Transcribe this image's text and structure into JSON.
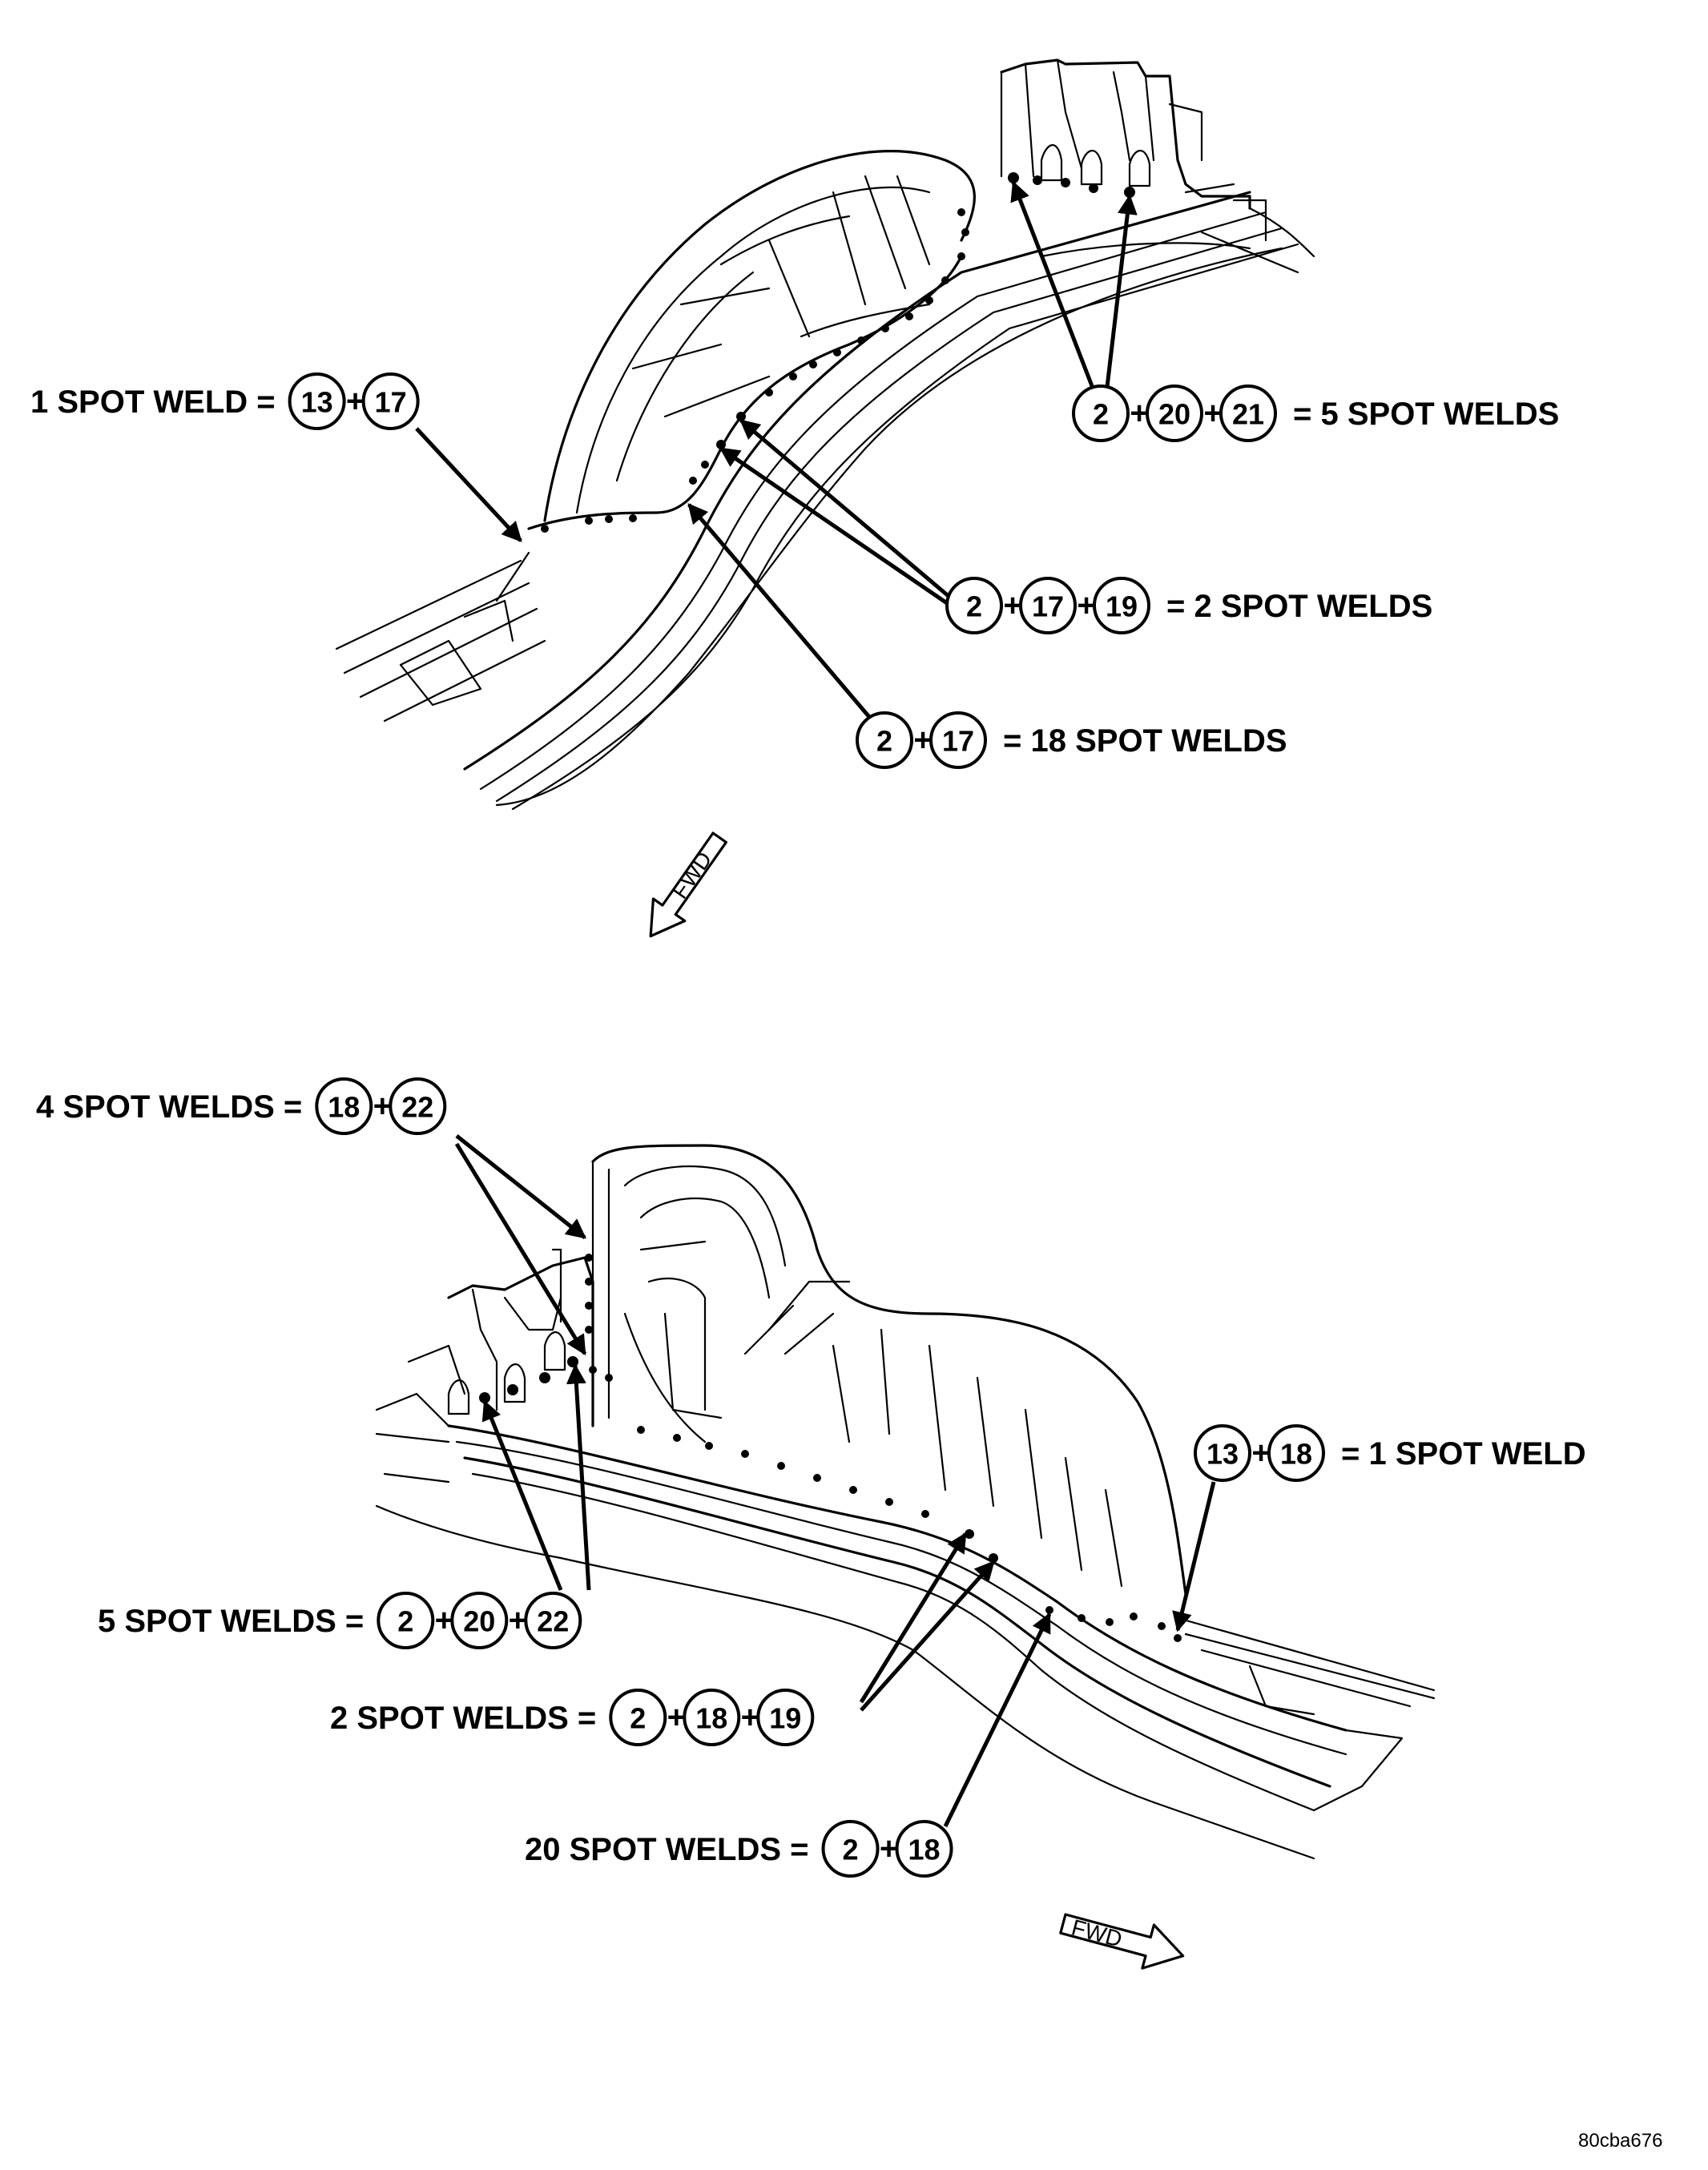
{
  "diagram": {
    "top_view": {
      "callouts": [
        {
          "id": "t1",
          "text_before": "1 SPOT WELD =",
          "parts": [
            "13",
            "17"
          ],
          "text_after": ""
        },
        {
          "id": "t2",
          "text_before": "",
          "parts": [
            "2",
            "20",
            "21"
          ],
          "text_after": "= 5 SPOT WELDS"
        },
        {
          "id": "t3",
          "text_before": "",
          "parts": [
            "2",
            "17",
            "19"
          ],
          "text_after": "= 2 SPOT WELDS"
        },
        {
          "id": "t4",
          "text_before": "",
          "parts": [
            "2",
            "17"
          ],
          "text_after": "= 18 SPOT WELDS"
        }
      ],
      "direction_label": "FWD"
    },
    "bottom_view": {
      "callouts": [
        {
          "id": "b1",
          "text_before": "4 SPOT WELDS =",
          "parts": [
            "18",
            "22"
          ],
          "text_after": ""
        },
        {
          "id": "b2",
          "text_before": "",
          "parts": [
            "13",
            "18"
          ],
          "text_after": "= 1 SPOT WELD"
        },
        {
          "id": "b3",
          "text_before": "5 SPOT WELDS =",
          "parts": [
            "2",
            "20",
            "22"
          ],
          "text_after": ""
        },
        {
          "id": "b4",
          "text_before": "2 SPOT WELDS =",
          "parts": [
            "2",
            "18",
            "19"
          ],
          "text_after": ""
        },
        {
          "id": "b5",
          "text_before": "20 SPOT WELDS =",
          "parts": [
            "2",
            "18"
          ],
          "text_after": ""
        }
      ],
      "direction_label": "FWD"
    },
    "figure_code": "80cba676"
  }
}
